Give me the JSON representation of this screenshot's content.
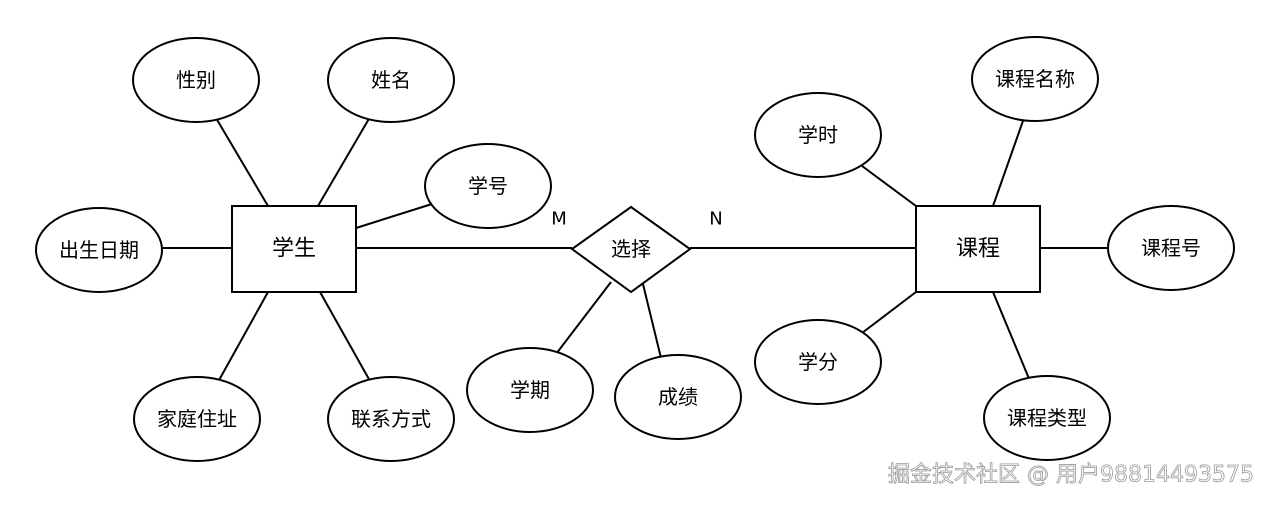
{
  "entities": {
    "student": "学生",
    "course": "课程"
  },
  "relationship": {
    "label": "选择",
    "card_left": "M",
    "card_right": "N"
  },
  "student_attributes": {
    "gender": "性别",
    "name": "姓名",
    "student_id": "学号",
    "birth_date": "出生日期",
    "home_address": "家庭住址",
    "contact": "联系方式"
  },
  "relationship_attributes": {
    "semester": "学期",
    "grade": "成绩"
  },
  "course_attributes": {
    "hours": "学时",
    "course_name": "课程名称",
    "course_id": "课程号",
    "credits": "学分",
    "course_type": "课程类型"
  },
  "watermark": "掘金技术社区 @ 用户98814493575"
}
